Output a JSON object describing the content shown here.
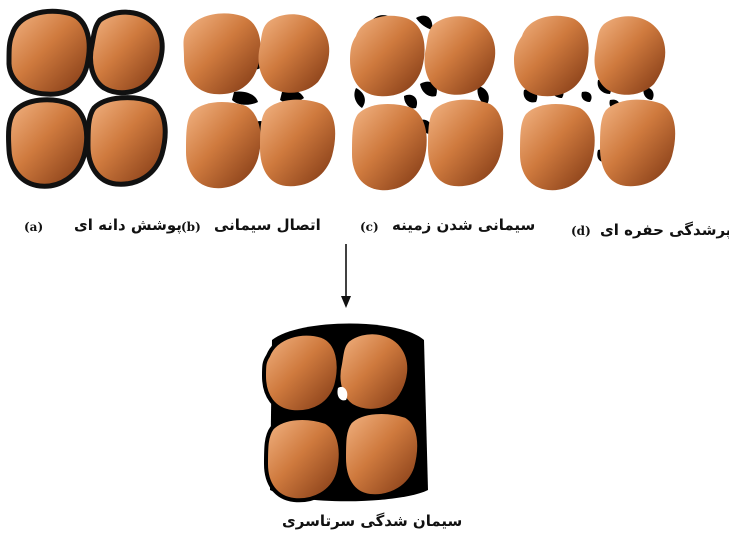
{
  "panels": [
    {
      "id": "a",
      "tag": "(a)",
      "caption": "پوشش دانه ای"
    },
    {
      "id": "b",
      "tag": "(b)",
      "caption": "اتصال سیمانی"
    },
    {
      "id": "c",
      "tag": "(c)",
      "caption": "سیمانی شدن زمینه"
    },
    {
      "id": "d",
      "tag": "(d)",
      "caption": "پرشدگی حفره ای"
    }
  ],
  "result": {
    "caption": "سیمان شدگی سرتاسری"
  },
  "colors": {
    "grain_light": "#f2b27e",
    "grain_mid": "#c46b32",
    "grain_dark": "#7a3410",
    "cement": "#000000",
    "outline": "#111111"
  }
}
